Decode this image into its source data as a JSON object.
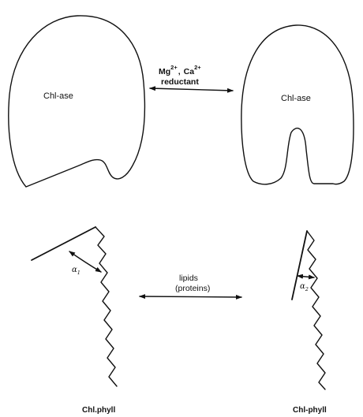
{
  "enzyme_open": {
    "label": "Chl-ase"
  },
  "enzyme_closed": {
    "label": "Chl-ase"
  },
  "top_reaction": {
    "ion1": "Mg",
    "ion1_charge": "2+",
    "separator": ",",
    "ion2": "Ca",
    "ion2_charge": "2+",
    "reductant": "reductant"
  },
  "bottom_reaction": {
    "line1": "lipids",
    "line2": "(proteins)"
  },
  "left_molecule": {
    "angle_symbol": "α",
    "angle_subscript": "1",
    "caption": "Chl.phyll"
  },
  "right_molecule": {
    "angle_symbol": "α",
    "angle_subscript": "2",
    "caption": "Chl-phyll"
  }
}
